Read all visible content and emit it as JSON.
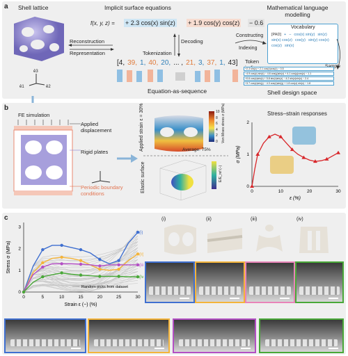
{
  "panel_a": {
    "label": "a",
    "shell_lattice": "Shell lattice",
    "implicit_title": "Implicit surface equations",
    "equation": {
      "lhs": "f(x, y, z) =",
      "terms": [
        "+ 2.3 cos(x) sin(z)",
        "+ 1.9 cos(y) cos(z)",
        "− 0.6"
      ]
    },
    "math_title": "Mathematical language modelling",
    "reconstruction": "Reconstruction",
    "representation": "Representation",
    "decoding": "Decoding",
    "tokenization": "Tokenization",
    "constructing": "Constructing",
    "indexing": "Indexing",
    "token_indices_label": "Token indices",
    "token_sequence": [
      "[4,",
      "39,",
      "1,",
      "40,",
      "20,",
      "... ,",
      "21,",
      "3,",
      "37,",
      "1,",
      "43]"
    ],
    "equation_as_sequence": "Equation-as-sequence",
    "vocabulary_title": "Vocabulary",
    "vocabulary_items": [
      "[PAD]",
      "+",
      "−",
      "cos(x) sin(y)",
      "sin(z)",
      "sin(x) cos(z)",
      "cos(y)",
      "sin(y) cos(x)",
      "cos(z)",
      "sin(x)"
    ],
    "sample": "Sample",
    "shell_design_space": "Shell design space",
    "design_equations": [
      "+2.3 sin(z) + 2.1 cos(x)cos(z) − 0.5",
      "−4.9 cos(z) sin(x) − 4.6 cos(y)sin(z) + 4.1 cos(y)cos(z) − 1.1",
      "+0.6 cos(x)sin(z) + 5.8 sin(x)sin(z) − 4.2 sin(z)sin(x) − 2.4",
      "+3.7 cos(z)sin(y) − 4.3 cos(x)sin(y) + 1.8 cos(z) sin(x) − 1.8"
    ],
    "axes": [
      "ê3",
      "ê1",
      "ê2"
    ]
  },
  "panel_b": {
    "label": "b",
    "fe_simulation": "FE simulation",
    "applied_displacement": "Applied displacement",
    "rigid_plates": "Rigid plates",
    "periodic_bc": "Periodic boundary conditions",
    "applied_strain": "Applied strain ε = 30%",
    "von_mises_label": "Von Mises stress σ (MPa)",
    "von_mises_ticks": [
      "10",
      "8",
      "6",
      "4",
      "2",
      "0"
    ],
    "average": "Average: 75%",
    "elastic_surface": "Elastic surface",
    "elastic_colorbar_label": "E/E_ref (−)",
    "stress_strain_title": "Stress–strain responses",
    "chart_data": {
      "type": "line",
      "xlabel": "ε (%)",
      "ylabel": "σ (MPa)",
      "xlim": [
        0,
        30
      ],
      "ylim": [
        0,
        2
      ],
      "xticks": [
        0,
        10,
        20,
        30
      ],
      "yticks": [
        0,
        1,
        2
      ],
      "x": [
        0,
        1,
        2,
        4,
        6,
        8,
        10,
        12,
        14,
        16,
        18,
        20,
        22,
        24,
        26,
        28,
        30
      ],
      "y": [
        0,
        0.55,
        1.0,
        1.35,
        1.55,
        1.63,
        1.55,
        1.35,
        1.15,
        1.0,
        0.9,
        0.82,
        0.78,
        0.8,
        0.85,
        0.95,
        1.05
      ]
    }
  },
  "panel_c": {
    "label": "c",
    "chart_data": {
      "type": "line",
      "xlabel": "Strain ε (−) (%)",
      "ylabel": "Stress σ (MPa)",
      "xlim": [
        0,
        30
      ],
      "ylim": [
        0,
        3.2
      ],
      "xticks": [
        0,
        5,
        10,
        15,
        20,
        25,
        30
      ],
      "yticks": [
        0,
        1,
        2,
        3
      ],
      "legend": "Random picks from dataset",
      "x": [
        0,
        2.5,
        5,
        7.5,
        10,
        12.5,
        15,
        17.5,
        20,
        22.5,
        25,
        27.5,
        30
      ],
      "series": [
        {
          "name": "(i)",
          "color": "#3f6fd0",
          "values": [
            0,
            1.2,
            1.95,
            2.15,
            2.15,
            2.05,
            1.95,
            1.8,
            1.5,
            1.3,
            1.45,
            2.25,
            2.75
          ]
        },
        {
          "name": "(ii)",
          "color": "#f4b43a",
          "values": [
            0,
            0.9,
            1.35,
            1.55,
            1.6,
            1.55,
            1.45,
            1.25,
            1.05,
            1.0,
            1.05,
            1.45,
            1.75
          ]
        },
        {
          "name": "(iii)",
          "color": "#b34fc4",
          "values": [
            0,
            0.8,
            1.15,
            1.3,
            1.3,
            1.3,
            1.28,
            1.25,
            1.2,
            1.25,
            1.25,
            1.25,
            1.25
          ]
        },
        {
          "name": "(iv)",
          "color": "#49a838",
          "values": [
            0,
            0.45,
            0.7,
            0.8,
            0.88,
            0.82,
            0.78,
            0.75,
            0.72,
            0.72,
            0.72,
            0.7,
            0.7
          ]
        }
      ]
    },
    "samples": [
      "(i)",
      "(ii)",
      "(iii)",
      "(iv)"
    ]
  }
}
